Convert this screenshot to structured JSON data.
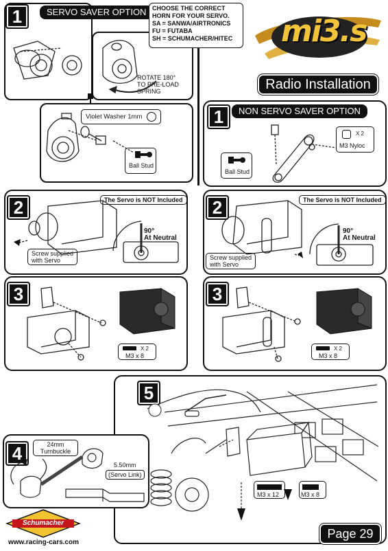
{
  "header": {
    "logo_text": "mi3.s",
    "section_title": "Radio Installation"
  },
  "left_step1": {
    "number": "1",
    "title": "SERVO SAVER OPTION",
    "note_lines": [
      "CHOOSE THE CORRECT",
      "HORN FOR YOUR SERVO.",
      "SA = SANWA/AIRTRONICS",
      "FU = FUTABA",
      "SH = SCHUMACHER/HITEC"
    ],
    "rotate_lines": [
      "ROTATE 180°",
      "TO PRE-LOAD",
      "SPRING"
    ],
    "washer_label": "Violet Washer 1mm",
    "ball_stud_label": "Ball Stud"
  },
  "right_step1": {
    "number": "1",
    "title": "NON SERVO SAVER OPTION",
    "nyloc_qty": "X 2",
    "nyloc_label": "M3 Nyloc",
    "ball_stud_label": "Ball Stud"
  },
  "left_step2": {
    "number": "2",
    "servo_note": "The Servo is NOT Included",
    "angle_lines": [
      "90°",
      "At Neutral"
    ],
    "screw_lines": [
      "Screw supplied",
      "with Servo"
    ]
  },
  "right_step2": {
    "number": "2",
    "servo_note": "The Servo is NOT Included",
    "angle_lines": [
      "90°",
      "At Neutral"
    ],
    "screw_lines": [
      "Screw supplied",
      "with Servo"
    ]
  },
  "left_step3": {
    "number": "3",
    "screw_qty": "X 2",
    "screw_label": "M3 x 8"
  },
  "right_step3": {
    "number": "3",
    "screw_qty": "X 2",
    "screw_label": "M3 x 8"
  },
  "step4": {
    "number": "4",
    "turnbuckle_lines": [
      "24mm",
      "Turnbuckle"
    ],
    "link_lines": [
      "5.50mm",
      "(Servo Link)"
    ]
  },
  "step5": {
    "number": "5",
    "screw_a_label": "M3 x 12",
    "screw_b_label": "M3 x 8"
  },
  "footer": {
    "brand": "Schumacher",
    "website": "www.racing-cars.com",
    "page_label": "Page 29"
  }
}
